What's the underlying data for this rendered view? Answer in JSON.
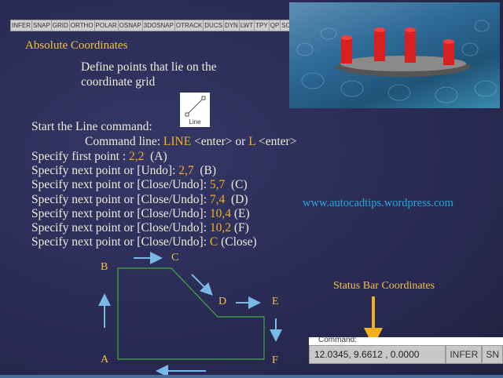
{
  "toolbar": [
    "INFER",
    "SNAP",
    "GRID",
    "ORTHO",
    "POLAR",
    "OSNAP",
    "3DOSNAP",
    "OTRACK",
    "DUCS",
    "DYN",
    "LWT",
    "TPY",
    "QP",
    "SC"
  ],
  "title": "Absolute Coordinates",
  "intro": [
    "Define points that lie on the",
    "coordinate grid"
  ],
  "start": "Start the Line command:",
  "line_icon_label": "Line",
  "cmdline": {
    "prefix": "Command line: ",
    "cmd1": "LINE",
    "mid": " <enter> or ",
    "cmd2": "L",
    "suffix": " <enter>"
  },
  "steps": [
    {
      "prompt": "Specify first point : ",
      "value": "2,2",
      "label": "  (A)"
    },
    {
      "prompt": "Specify next point or [Undo]: ",
      "value": "2,7",
      "label": "  (B)"
    },
    {
      "prompt": "Specify next point or [Close/Undo]: ",
      "value": "5,7",
      "label": "  (C)"
    },
    {
      "prompt": "Specify next point or [Close/Undo]: ",
      "value": "7,4",
      "label": "  (D)"
    },
    {
      "prompt": "Specify next point or [Close/Undo]: ",
      "value": "10,4",
      "label": " (E)"
    },
    {
      "prompt": "Specify next point or [Close/Undo]: ",
      "value": "10,2",
      "label": " (F)"
    },
    {
      "prompt": "Specify next point or [Close/Undo]: ",
      "value": "C",
      "label": " (Close)"
    }
  ],
  "url": "www.autocadtips.wordpress.com",
  "points": {
    "A": "A",
    "B": "B",
    "C": "C",
    "D": "D",
    "E": "E",
    "F": "F"
  },
  "status_title": "Status Bar Coordinates",
  "status": {
    "command": "Command:",
    "coords": "12.0345, 9.6612 , 0.0000",
    "infer": "INFER",
    "sn": "SN"
  },
  "colors": {
    "accent": "#f2b01e",
    "url": "#2aa6d8",
    "shape": "#3fae3f",
    "arrow": "#7ab8e8"
  }
}
